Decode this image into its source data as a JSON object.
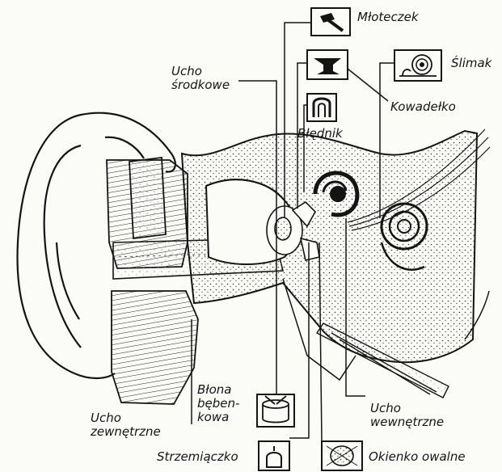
{
  "diagram": {
    "labels": {
      "mloteczek": "Młoteczek",
      "slimak": "Ślimak",
      "ucho_srodkowe_1": "Ucho",
      "ucho_srodkowe_2": "środkowe",
      "kowadelko": "Kowadełko",
      "blednik": "Błędnik",
      "blona_1": "Błona",
      "blona_2": "bęben-",
      "blona_3": "kowa",
      "ucho_zewnetrzne_1": "Ucho",
      "ucho_zewnetrzne_2": "zewnętrzne",
      "ucho_wewnetrzne_1": "Ucho",
      "ucho_wewnetrzne_2": "wewnętrzne",
      "strzemiaczko": "Strzemiączko",
      "okienko_owalne": "Okienko owalne"
    },
    "icons": [
      "hammer-icon",
      "anvil-icon",
      "labyrinth-icon",
      "snail-icon",
      "drum-icon",
      "stirrup-icon",
      "oval-window-icon"
    ],
    "ink_color": "#141414",
    "paper_color": "#fbfbf8"
  }
}
